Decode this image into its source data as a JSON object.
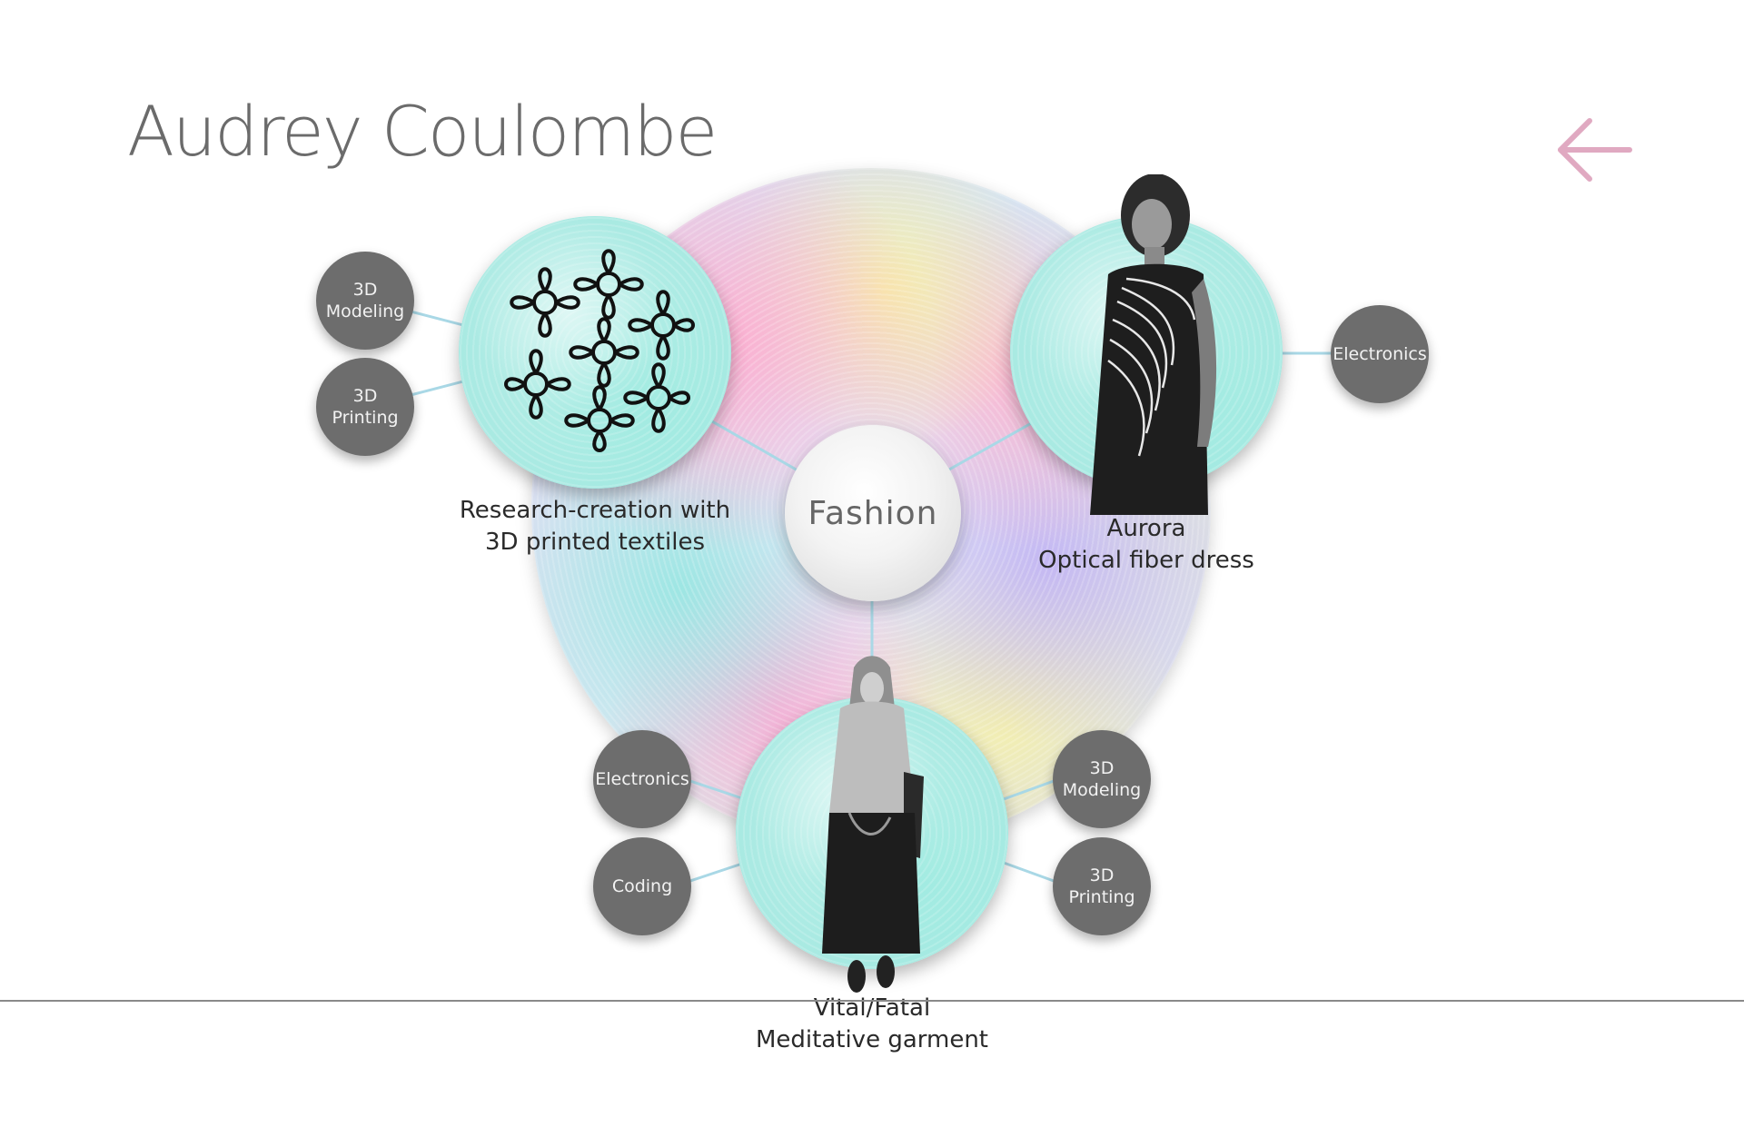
{
  "page": {
    "title": "Audrey Coulombe",
    "back_icon": "arrow-left-icon"
  },
  "colors": {
    "accent_back_arrow": "#e0a9c1",
    "tag_background": "#6d6d6d",
    "project_circle": "#aeeae3",
    "connector": "#a9d8e6",
    "title_text": "#6b6b6b"
  },
  "center": {
    "label": "Fashion"
  },
  "projects": [
    {
      "caption_line1": "Research-creation with",
      "caption_line2": "3D printed textiles",
      "tags": [
        {
          "line1": "3D",
          "line2": "Modeling"
        },
        {
          "line1": "3D",
          "line2": "Printing"
        }
      ]
    },
    {
      "caption_line1": "Aurora",
      "caption_line2": "Optical fiber dress",
      "tags": [
        {
          "line1": "Electronics",
          "line2": ""
        }
      ]
    },
    {
      "caption_line1": "Vital/Fatal",
      "caption_line2": "Meditative garment",
      "tags": [
        {
          "line1": "Electronics",
          "line2": ""
        },
        {
          "line1": "Coding",
          "line2": ""
        },
        {
          "line1": "3D",
          "line2": "Modeling"
        },
        {
          "line1": "3D",
          "line2": "Printing"
        }
      ]
    }
  ]
}
